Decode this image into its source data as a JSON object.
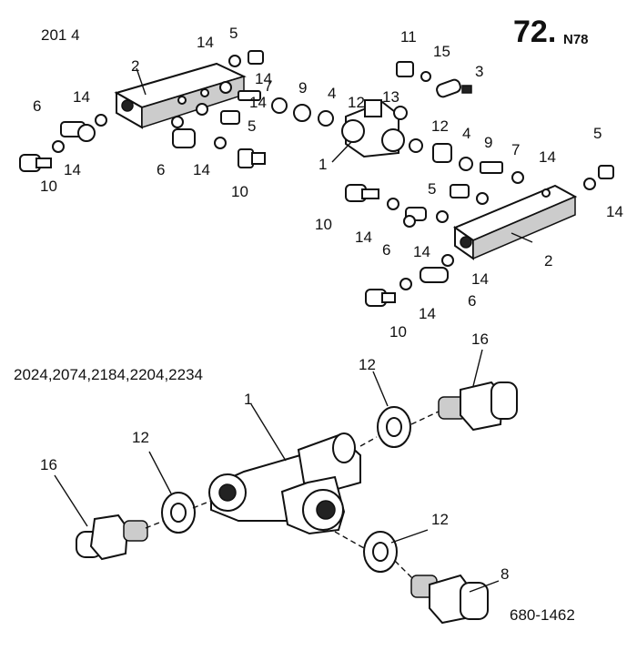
{
  "page": {
    "code": "72.",
    "suffix": "N78",
    "ref": "680-1462"
  },
  "groups": {
    "top": "201 4",
    "bottom": "2024,2074,2184,2204,2234"
  },
  "callouts": {
    "top": [
      "14",
      "5",
      "2",
      "14",
      "14",
      "7",
      "9",
      "4",
      "12",
      "11",
      "15",
      "3",
      "13",
      "6",
      "14",
      "5",
      "12",
      "4",
      "9",
      "7",
      "5",
      "1",
      "6",
      "14",
      "10",
      "10",
      "14",
      "14",
      "5",
      "14",
      "10",
      "14",
      "6",
      "14",
      "14",
      "2",
      "6",
      "10",
      "14"
    ],
    "bottom": [
      "1",
      "12",
      "16",
      "12",
      "16",
      "12",
      "8"
    ]
  }
}
